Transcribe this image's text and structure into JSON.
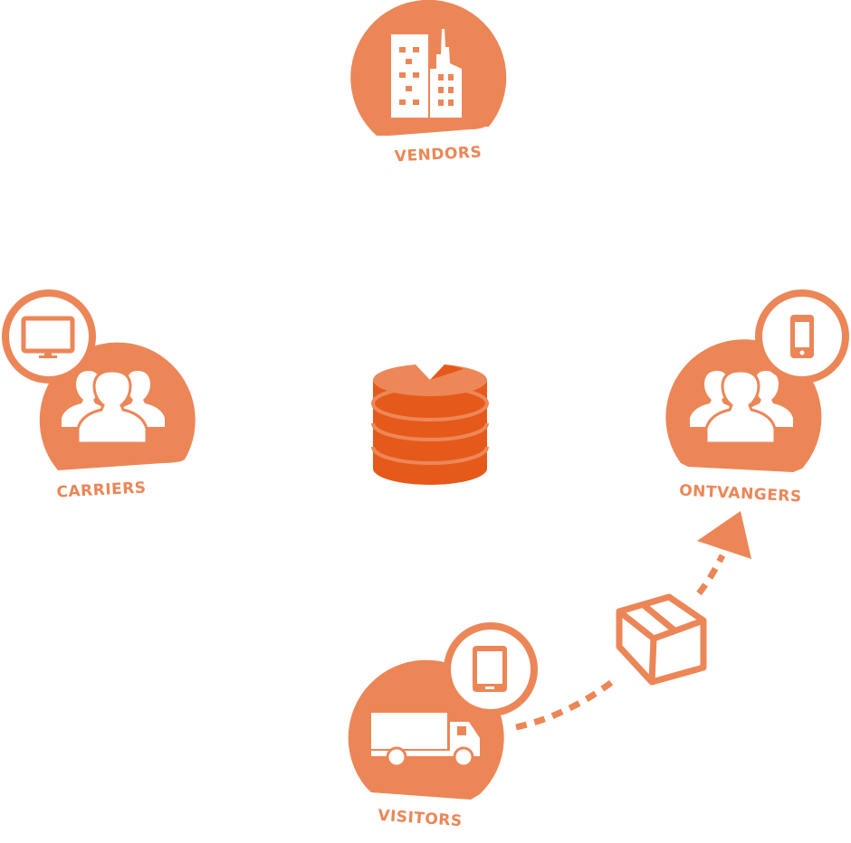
{
  "colors": {
    "accent": "#EC8657",
    "database_dark": "#E55A1B",
    "database_light": "#EE8758",
    "icon_fill": "#FFFFFF"
  },
  "nodes": {
    "vendors": {
      "label": "VENDORS",
      "icon": "buildings-icon"
    },
    "carriers": {
      "label": "CARRIERS",
      "icon": "users-group-icon",
      "device_icon": "desktop-monitor-icon"
    },
    "ontvangers": {
      "label": "ONTVANGERS",
      "icon": "users-group-icon",
      "device_icon": "smartphone-icon"
    },
    "visitors": {
      "label": "VISITORS",
      "icon": "truck-icon",
      "device_icon": "tablet-icon"
    }
  },
  "center": {
    "icon": "database-icon"
  },
  "flow": {
    "from": "visitors",
    "to": "ontvangers",
    "via_icon": "package-box-icon",
    "style": "dashed-arrow"
  }
}
